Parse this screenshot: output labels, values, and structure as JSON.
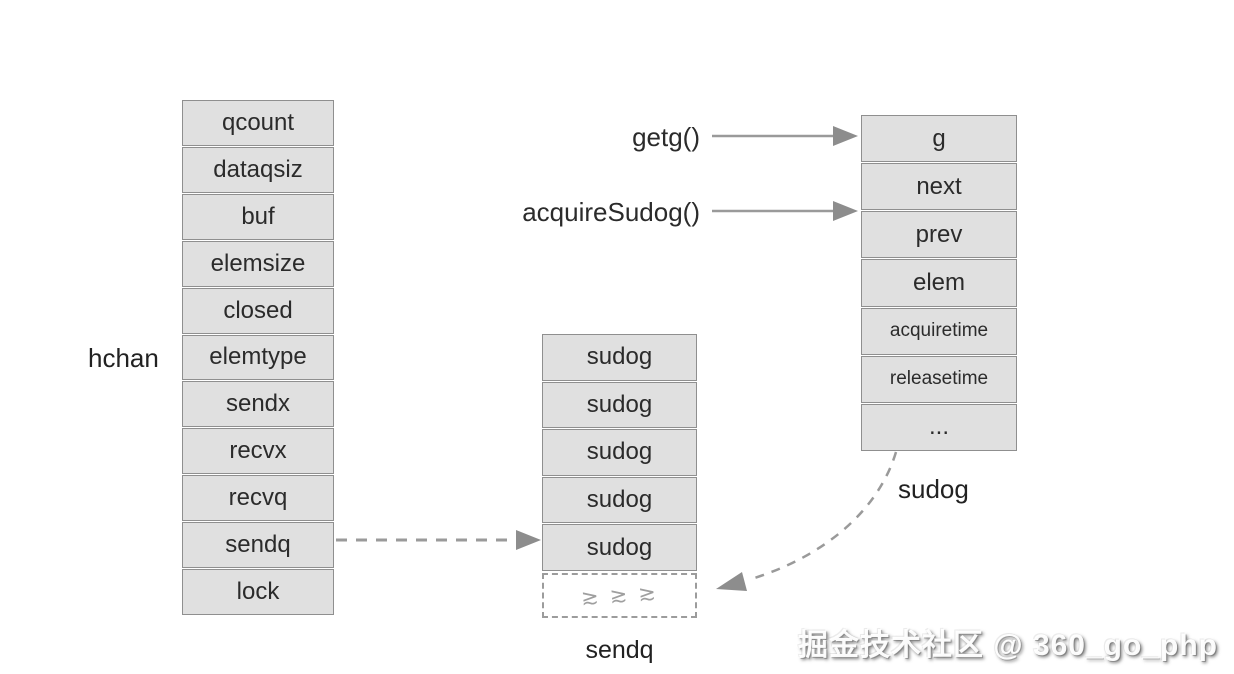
{
  "diagram": {
    "hchan": {
      "label": "hchan",
      "fields": [
        "qcount",
        "dataqsiz",
        "buf",
        "elemsize",
        "closed",
        "elemtype",
        "sendx",
        "recvx",
        "recvq",
        "sendq",
        "lock"
      ]
    },
    "send_queue": {
      "label": "sendq",
      "items": [
        "sudog",
        "sudog",
        "sudog",
        "sudog",
        "sudog"
      ],
      "overflow_marks": "≳≳≳"
    },
    "sudog": {
      "label": "sudog",
      "fields": [
        "g",
        "next",
        "prev",
        "elem",
        "acquiretime",
        "releasetime",
        "..."
      ]
    },
    "calls": {
      "getg": "getg()",
      "acquire_sudog": "acquireSudog()"
    },
    "colors": {
      "cell_fill": "#e0e0e0",
      "cell_border": "#8f8f8f",
      "arrow_gray": "#9a9a9a",
      "text": "#2b2b2b"
    }
  },
  "watermark": {
    "text": "掘金技术社区 @ 360_go_php"
  }
}
